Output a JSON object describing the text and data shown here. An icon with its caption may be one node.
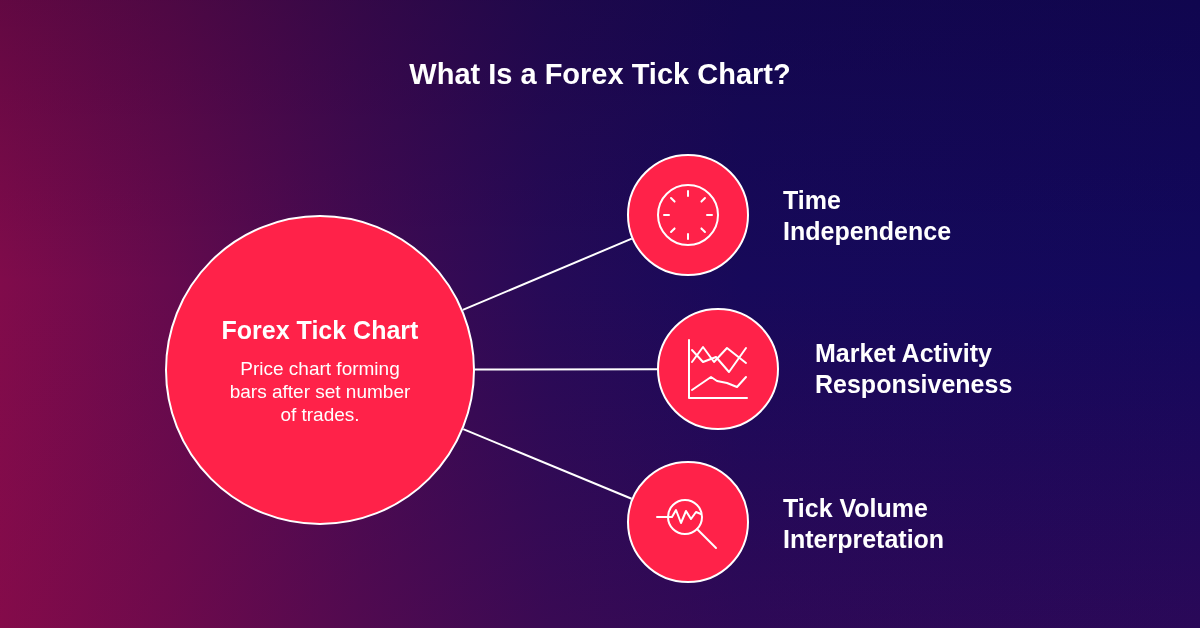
{
  "diagram": {
    "title": "What Is a Forex Tick Chart?",
    "nodes": [
      {
        "text": [
          "Forex Tick Chart",
          "Price chart forming bars after set number of trades."
        ]
      },
      {
        "text": [],
        "shape": "circle",
        "beside": [
          "Time Independence"
        ]
      },
      {
        "text": [],
        "shape": "circle",
        "beside": [
          "Market Activity Responsiveness"
        ]
      },
      {
        "text": [],
        "shape": "circle",
        "beside": [
          "Tick Volume Interpretation"
        ]
      }
    ],
    "edges": [
      {
        "from": 0,
        "to": 1,
        "arrow": "none"
      },
      {
        "from": 0,
        "to": 2,
        "arrow": "none"
      },
      {
        "from": 0,
        "to": 3,
        "arrow": "none"
      }
    ]
  }
}
